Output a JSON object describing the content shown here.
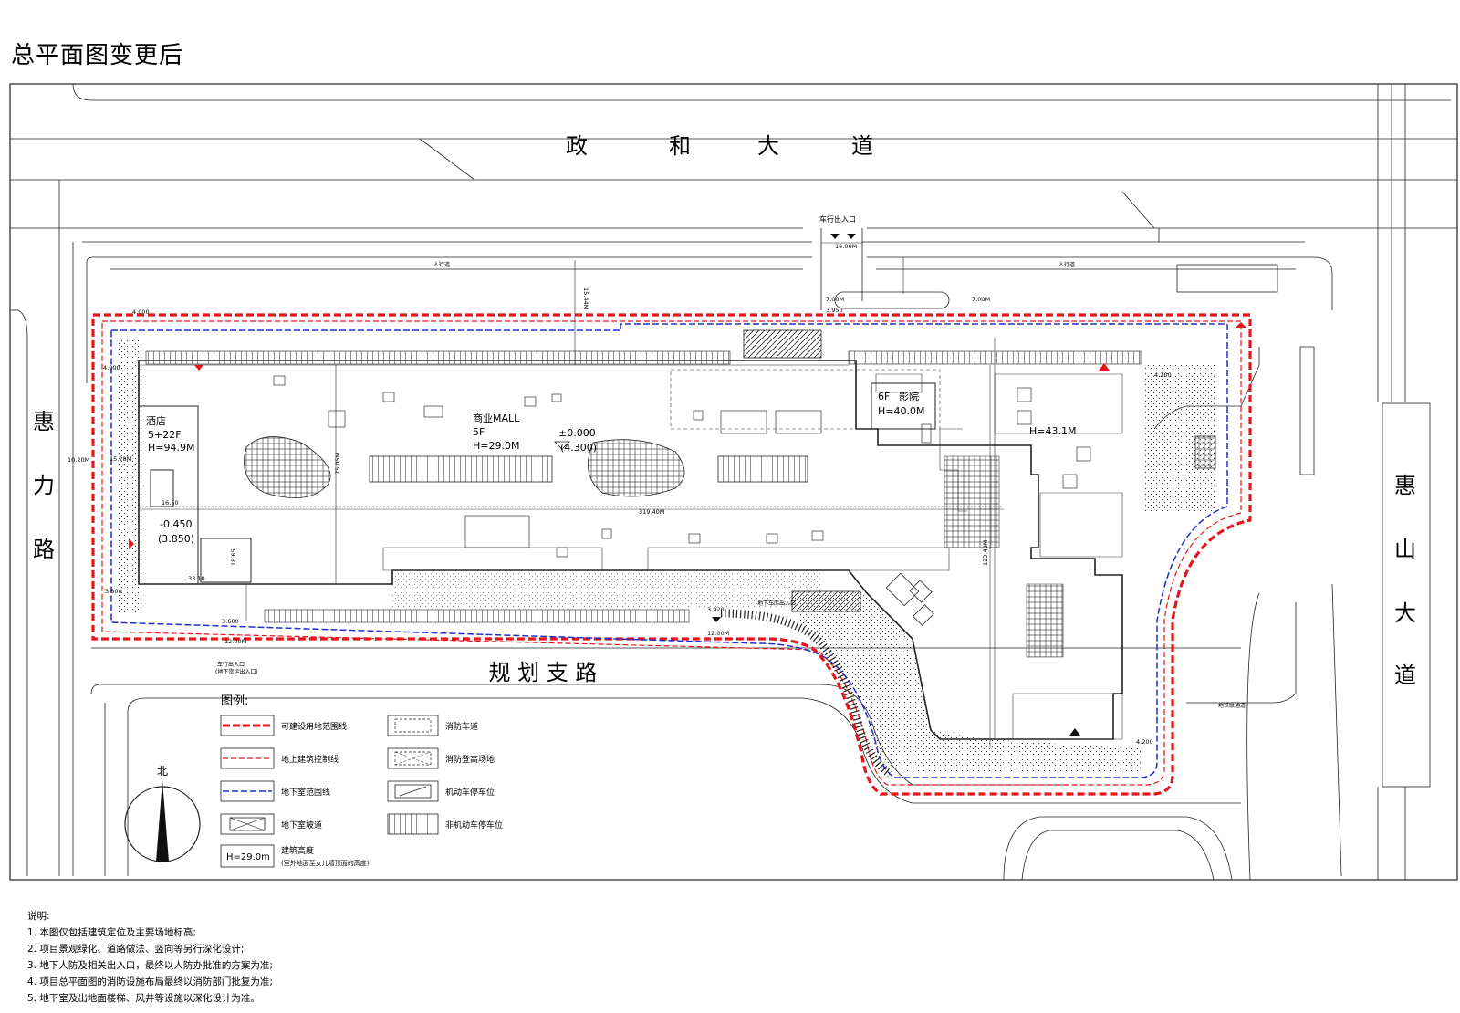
{
  "title": "总平面图变更后",
  "roads": {
    "north": [
      "政",
      "和",
      "大",
      "道"
    ],
    "west": [
      "惠",
      "力",
      "路"
    ],
    "east": [
      "惠",
      "山",
      "大",
      "道"
    ],
    "south": "规 划 支 路"
  },
  "buildings": {
    "hotel": {
      "name": "酒店",
      "floors": "5+22F",
      "height": "H=94.9M"
    },
    "mall": {
      "name": "商业MALL",
      "floors": "5F",
      "height": "H=29.0M"
    },
    "cinema": {
      "floors": "6F",
      "name": "影院",
      "height": "H=40.0M"
    },
    "east_block": {
      "height": "H=43.1M"
    }
  },
  "elevations": {
    "main": "±0.000",
    "main_abs": "(4.300)",
    "hotel": "-0.450",
    "hotel_abs": "(3.850)"
  },
  "site_labels": {
    "north_entrance": "车行出入口",
    "south_entrance": "车行出入口",
    "south_entrance_note": "(地下货运出入口)",
    "underground_ramp": "地下车库出入口",
    "sidewalk": "人行道",
    "link_passage": "地铁联通道"
  },
  "dimensions": {
    "north_gate": "14.00M",
    "d1": "7.00M",
    "d2": "7.00M",
    "d3": "3.950",
    "d4": "15.44M",
    "d5": "4.000",
    "d6": "4.000",
    "d7": "10.20M",
    "d8": "75.05M",
    "d9": "319.40M",
    "d10": "123.40M",
    "d11": "16.50",
    "d12": "33.10",
    "d13": "18.65",
    "d14": "12.00M",
    "d15": "12.00M",
    "d16": "3.920",
    "d17": "4.200",
    "d18": "4.200",
    "d19": "3.600",
    "d20": "3.800",
    "d21": "15.28M"
  },
  "legend": {
    "title": "图例:",
    "items_left": [
      "可建设用地范围线",
      "地上建筑控制线",
      "地下室范围线",
      "地下室坡道"
    ],
    "items_right": [
      "消防车道",
      "消防登高场地",
      "机动车停车位",
      "非机动车停车位"
    ],
    "height_sample": "H=29.0m",
    "height_label": "建筑高度",
    "height_note": "(室外地面至女儿墙顶面的高度)"
  },
  "north_arrow": "北",
  "notes": {
    "heading": "说明:",
    "items": [
      "1. 本图仅包括建筑定位及主要场地标高;",
      "2. 项目景观绿化、道路做法、竖向等另行深化设计;",
      "3. 地下人防及相关出入口，最终以人防办批准的方案为准;",
      "4. 项目总平面图的消防设施布局最终以消防部门批复为准;",
      "5. 地下室及出地面楼梯、风井等设施以深化设计为准。"
    ]
  },
  "colors": {
    "red": "#e8141b",
    "blue": "#1f2fc9",
    "line": "#222222"
  }
}
